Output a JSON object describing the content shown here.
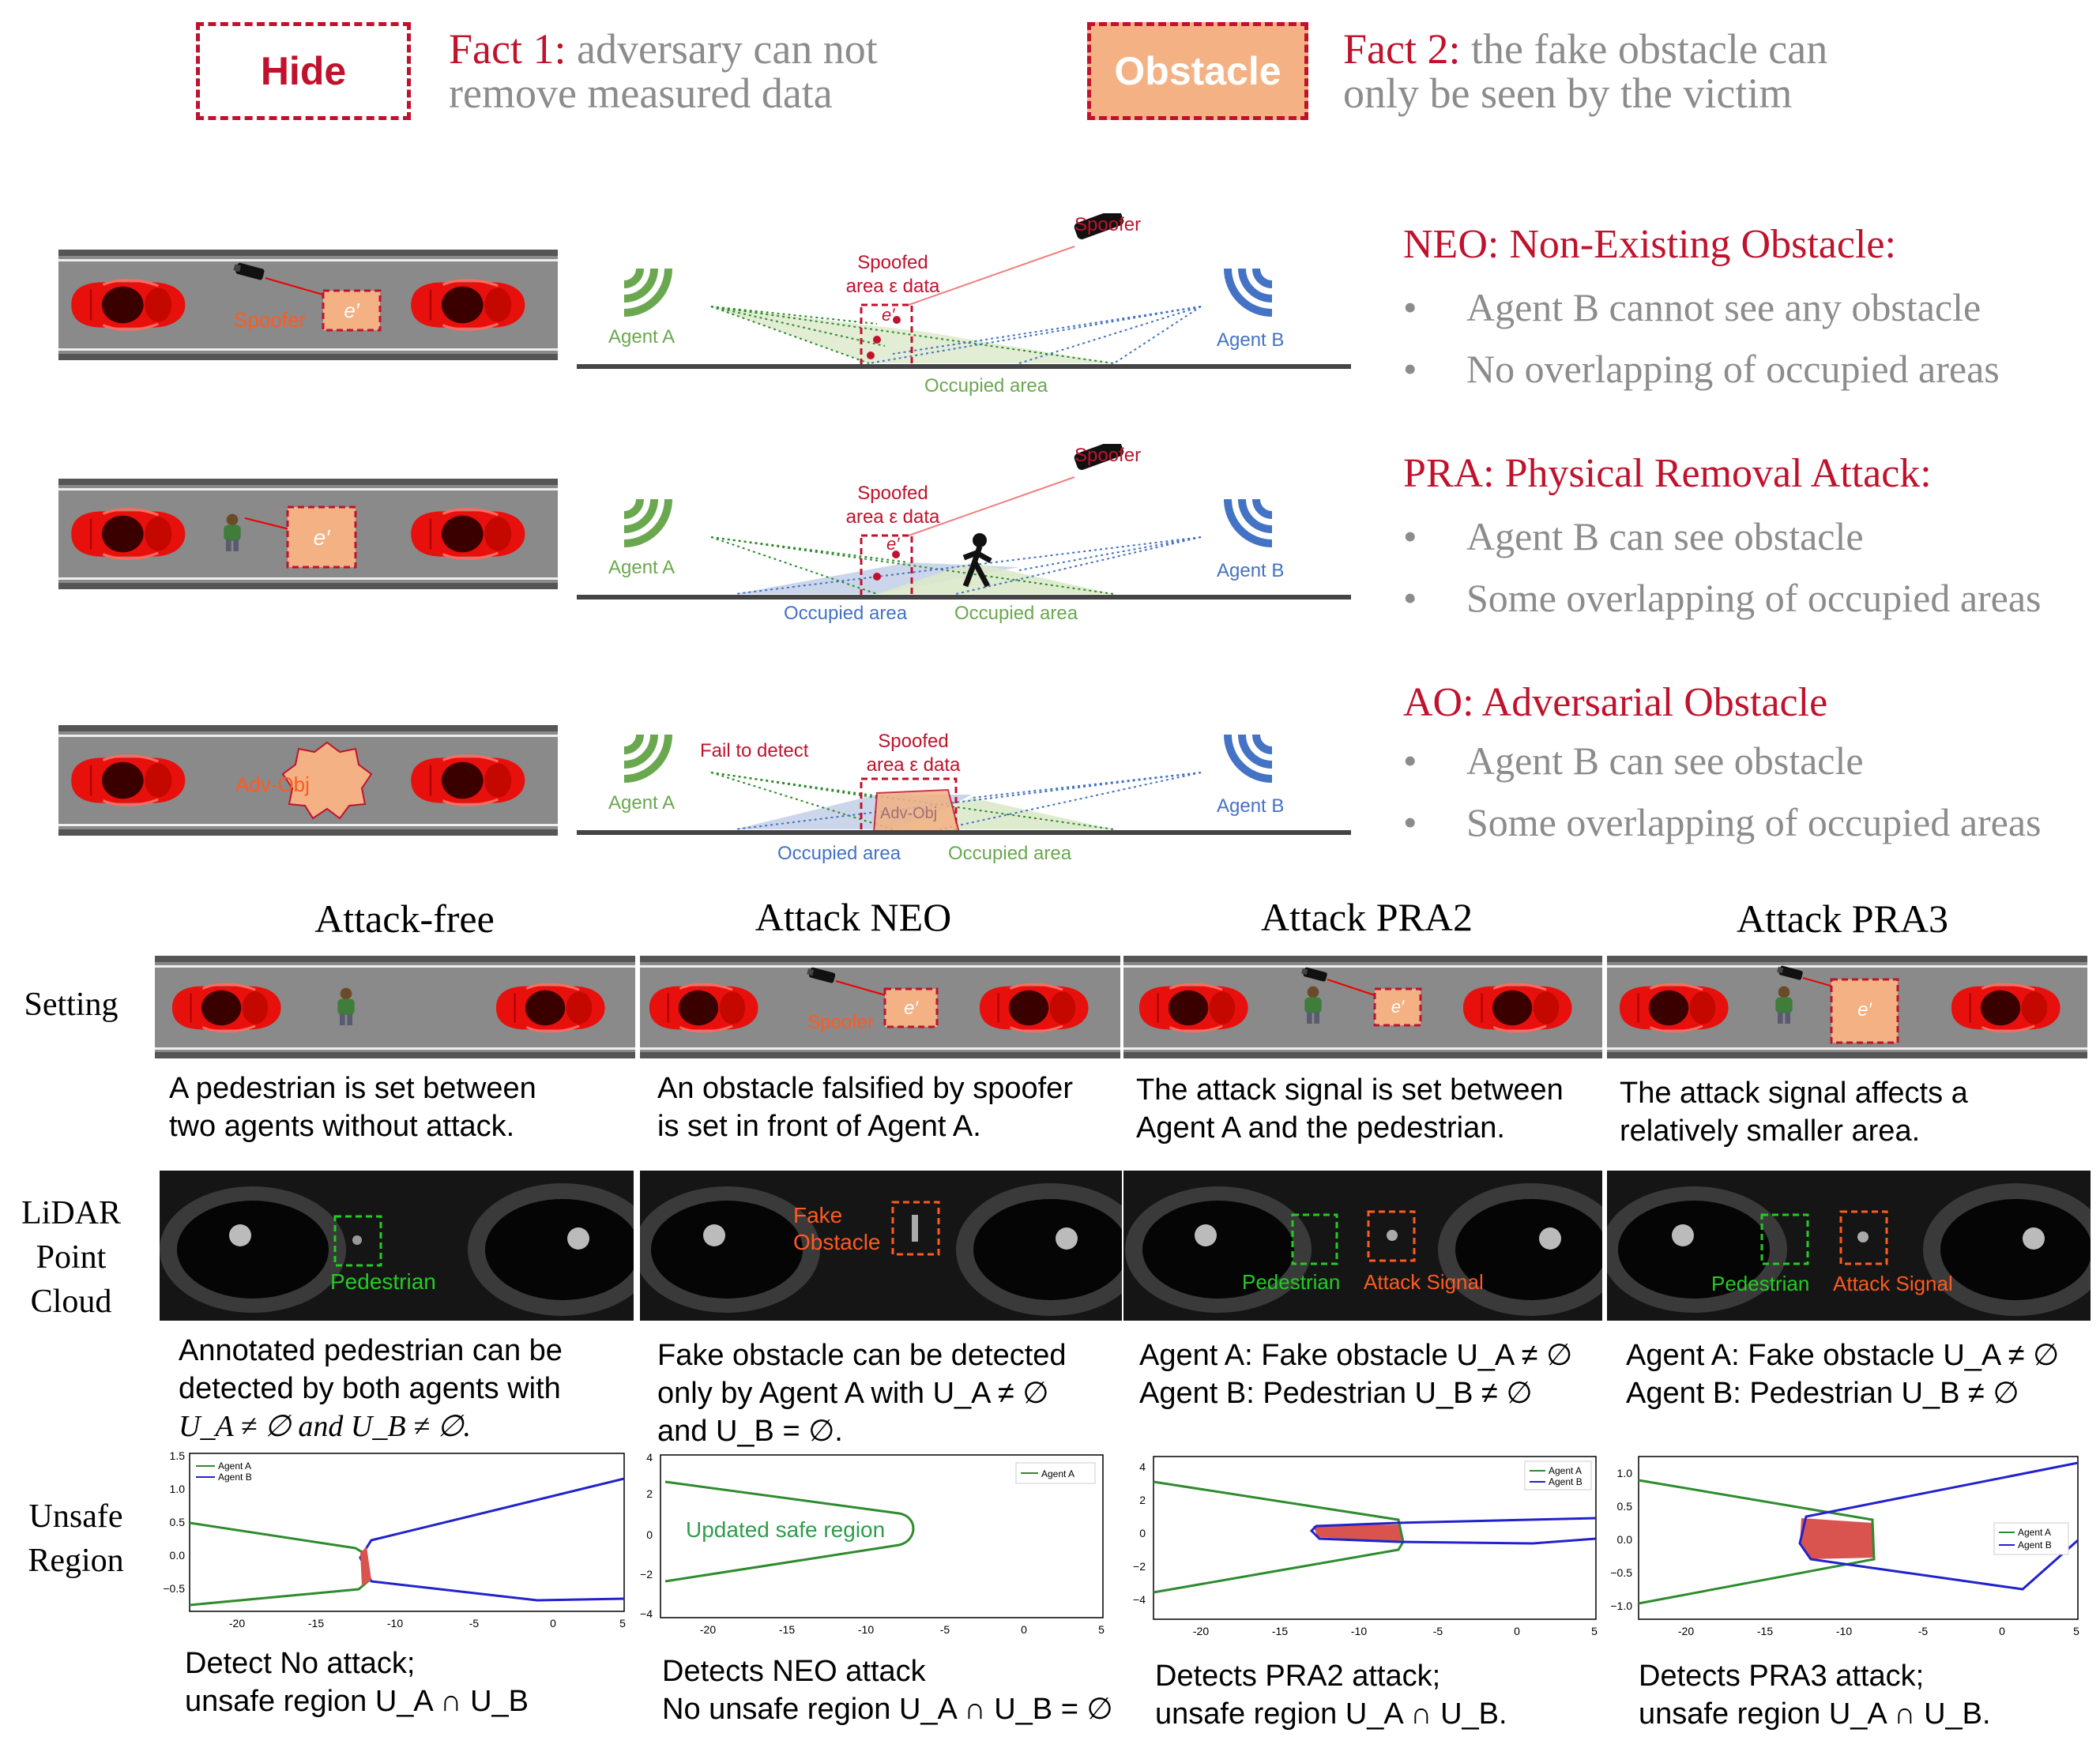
{
  "legend": {
    "hide_label": "Hide",
    "obstacle_label": "Obstacle",
    "fact1_head": "Fact 1:",
    "fact1_line1": " adversary can not",
    "fact1_line2": "remove measured data",
    "fact2_head": "Fact 2:",
    "fact2_line1": " the fake obstacle can",
    "fact2_line2": "only be seen by the victim"
  },
  "scenarios": [
    {
      "title": "NEO: Non-Existing Obstacle:",
      "bullets": [
        "Agent B cannot see any obstacle",
        "No overlapping of occupied areas"
      ],
      "road_labels": {
        "spoofer": "Spoofer",
        "obj": "e′"
      },
      "diagram": {
        "agent_a": "Agent A",
        "agent_b": "Agent B",
        "spoofer": "Spoofer",
        "spoofed": "Spoofed",
        "area": "area ε data",
        "e": "e′",
        "occ_green": "Occupied area"
      }
    },
    {
      "title": "PRA: Physical Removal Attack:",
      "bullets": [
        "Agent B can see obstacle",
        "Some overlapping of occupied areas"
      ],
      "road_labels": {
        "obj": "e′"
      },
      "diagram": {
        "agent_a": "Agent A",
        "agent_b": "Agent B",
        "spoofer": "Spoofer",
        "spoofed": "Spoofed",
        "area": "area ε data",
        "e": "e′",
        "occ_blue": "Occupied area",
        "occ_green": "Occupied area"
      }
    },
    {
      "title": "AO: Adversarial Obstacle",
      "bullets": [
        "Agent B can see obstacle",
        "Some overlapping of occupied areas"
      ],
      "road_labels": {
        "obj": "Adv-Obj"
      },
      "diagram": {
        "agent_a": "Agent A",
        "agent_b": "Agent B",
        "fail": "Fail to detect",
        "spoofed": "Spoofed",
        "area": "area ε data",
        "obj": "Adv-Obj",
        "occ_blue": "Occupied area",
        "occ_green": "Occupied area"
      }
    }
  ],
  "row_labels": {
    "setting": "Setting",
    "lidar": [
      "LiDAR",
      "Point",
      "Cloud"
    ],
    "unsafe": [
      "Unsafe",
      "Region"
    ]
  },
  "columns": [
    {
      "title": "Attack-free",
      "setting_caption": [
        "A pedestrian is set between",
        "two agents without attack."
      ],
      "lidar_labels": {
        "ped": "Pedestrian"
      },
      "lidar_caption": [
        "Annotated pedestrian can be",
        "detected by both agents with",
        "U_A ≠ ∅ and U_B ≠ ∅."
      ],
      "unsafe_caption": [
        "Detect No attack;",
        "unsafe region U_A ∩ U_B"
      ],
      "legend": [
        "Agent A",
        "Agent B"
      ]
    },
    {
      "title": "Attack NEO",
      "setting_labels": {
        "spoofer": "Spoofer",
        "obj": "e′"
      },
      "setting_caption": [
        "An obstacle falsified by spoofer",
        "is set in front of Agent A."
      ],
      "lidar_labels": {
        "fake1": "Fake",
        "fake2": "Obstacle"
      },
      "lidar_caption": [
        "Fake obstacle can be detected",
        "only by Agent A with U_A ≠ ∅",
        "and U_B = ∅."
      ],
      "unsafe_caption": [
        "Detects NEO attack",
        "No unsafe region U_A ∩ U_B = ∅"
      ],
      "legend": [
        "Agent A"
      ],
      "plot_label": "Updated safe region"
    },
    {
      "title": "Attack PRA2",
      "setting_labels": {
        "obj": "e′"
      },
      "setting_caption": [
        "The attack signal is set between",
        "Agent A and the pedestrian."
      ],
      "lidar_labels": {
        "ped": "Pedestrian",
        "sig": "Attack Signal"
      },
      "lidar_caption": [
        "Agent A: Fake obstacle U_A ≠ ∅",
        "Agent B: Pedestrian U_B ≠ ∅"
      ],
      "unsafe_caption": [
        "Detects PRA2 attack;",
        "unsafe region U_A ∩ U_B."
      ],
      "legend": [
        "Agent A",
        "Agent B"
      ]
    },
    {
      "title": "Attack PRA3",
      "setting_labels": {
        "obj": "e′"
      },
      "setting_caption": [
        "The attack signal affects a",
        "relatively smaller area."
      ],
      "lidar_labels": {
        "ped": "Pedestrian",
        "sig": "Attack Signal"
      },
      "lidar_caption": [
        "Agent A: Fake obstacle U_A ≠ ∅",
        "Agent B: Pedestrian U_B ≠ ∅"
      ],
      "unsafe_caption": [
        "Detects PRA3 attack;",
        "unsafe region U_A ∩ U_B."
      ],
      "legend": [
        "Agent A",
        "Agent B"
      ]
    }
  ],
  "plot_ticks": {
    "x": [
      "-20",
      "-15",
      "-10",
      "-5",
      "0",
      "5"
    ],
    "y0": [
      "1.5",
      "1.0",
      "0.5",
      "0.0",
      "−0.5"
    ],
    "y1": [
      "4",
      "2",
      "0",
      "−2",
      "−4"
    ],
    "y2": [
      "4",
      "2",
      "0",
      "−2",
      "−4"
    ],
    "y3": [
      "1.0",
      "0.5",
      "0.0",
      "−0.5",
      "−1.0"
    ]
  },
  "colors": {
    "title_red": "#c0122d",
    "gray": "#8c8c8c",
    "green": "#6aa84f",
    "blue": "#4472c4",
    "obstacle": "#f3b184",
    "orange": "#ff5a1f",
    "plot_green": "#2e8b2e",
    "plot_blue": "#2222cc",
    "fill_red": "#d9534f"
  }
}
